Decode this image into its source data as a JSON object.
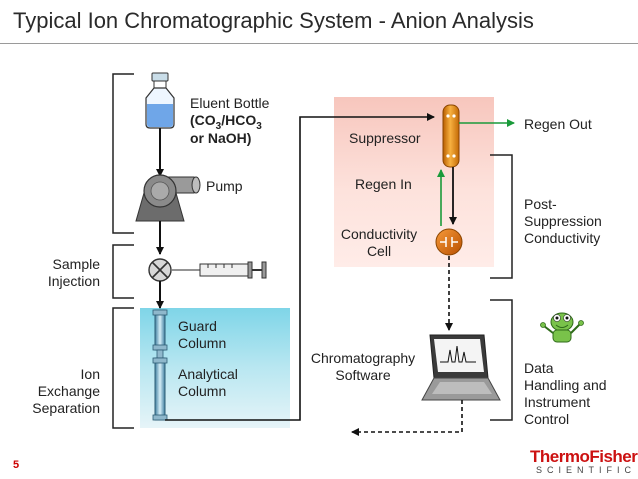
{
  "title": "Typical Ion Chromatographic System - Anion Analysis",
  "page_number": "5",
  "labels": {
    "eluent_bottle": "Eluent Bottle",
    "eluent_formula_a": "(CO",
    "eluent_formula_sub1": "3",
    "eluent_formula_b": "/HCO",
    "eluent_formula_sub2": "3",
    "eluent_formula_c": "or NaOH)",
    "pump": "Pump",
    "sample_injection_1": "Sample",
    "sample_injection_2": "Injection",
    "ion_exchange_1": "Ion",
    "ion_exchange_2": "Exchange",
    "ion_exchange_3": "Separation",
    "guard_column_1": "Guard",
    "guard_column_2": "Column",
    "analytical_column_1": "Analytical",
    "analytical_column_2": "Column",
    "suppressor": "Suppressor",
    "regen_in": "Regen In",
    "regen_out": "Regen Out",
    "conductivity_cell_1": "Conductivity",
    "conductivity_cell_2": "Cell",
    "post_suppression_1": "Post-",
    "post_suppression_2": "Suppression",
    "post_suppression_3": "Conductivity",
    "chromatography_software_1": "Chromatography",
    "chromatography_software_2": "Software",
    "data_handling_1": "Data",
    "data_handling_2": "Handling and",
    "data_handling_3": "Instrument",
    "data_handling_4": "Control"
  },
  "logo": {
    "line1": "ThermoFisher",
    "line2": "SCIENTIFIC"
  },
  "colors": {
    "flow_arrow": "#111111",
    "regen_arrow": "#1a9a3a",
    "accent_red": "#cc1111",
    "suppressor": "#e88a1a"
  }
}
